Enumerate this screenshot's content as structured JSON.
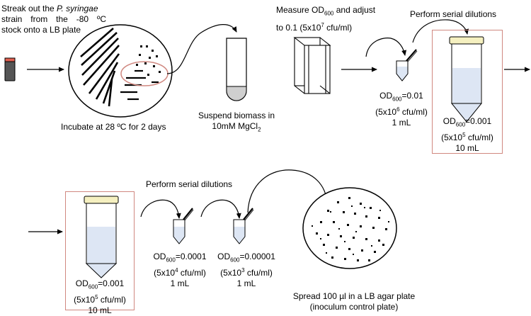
{
  "step1": {
    "line1_a": "Streak out the ",
    "line1_i": "P. syringae",
    "line2_a": "strain",
    "line2_b": "from",
    "line2_c": "the",
    "line2_d": "-80",
    "line2_e": "ºC",
    "line3": "stock onto a LB plate"
  },
  "incubate": "Incubate at 28 ºC for 2 days",
  "suspend": {
    "line1": "Suspend biomass in",
    "line2_a": "10mM MgCl",
    "line2_sub": "2"
  },
  "measure": {
    "line1_a": "Measure OD",
    "line1_sub": "600",
    "line1_b": " and adjust",
    "line2_a": "to 0.1 (5x10",
    "line2_sup": "7",
    "line2_b": " cfu/ml)"
  },
  "serial_top": "Perform serial dilutions",
  "serial_bottom": "Perform serial dilutions",
  "tube_a": {
    "od_a": "OD",
    "od_sub": "600",
    "od_b": "=0.01",
    "cfu_a": "(5x10",
    "cfu_sup": "6",
    "cfu_b": " cfu/ml)",
    "vol": "1 mL"
  },
  "tube_b": {
    "od_a": "OD",
    "od_sub": "600",
    "od_b": "=0.001",
    "cfu_a": "(5x10",
    "cfu_sup": "5",
    "cfu_b": " cfu/ml)",
    "vol": "10 mL"
  },
  "tube_c": {
    "od_a": "OD",
    "od_sub": "600",
    "od_b": "=0.001",
    "cfu_a": "(5x10",
    "cfu_sup": "5",
    "cfu_b": " cfu/ml)",
    "vol": "10 mL"
  },
  "tube_d": {
    "od_a": "OD",
    "od_sub": "600",
    "od_b": "=0.0001",
    "cfu_a": "(5x10",
    "cfu_sup": "4",
    "cfu_b": " cfu/ml)",
    "vol": "1 mL"
  },
  "tube_e": {
    "od_a": "OD",
    "od_sub": "600",
    "od_b": "=0.00001",
    "cfu_a": "(5x10",
    "cfu_sup": "3",
    "cfu_b": " cfu/ml)",
    "vol": "1 mL"
  },
  "spread": {
    "line1": "Spread 100 µl in a LB agar plate",
    "line2": "(inoculum control plate)"
  },
  "colors": {
    "highlight_box": "#d08880",
    "liquid": "#dde6f4",
    "vial_cap": "#e06050",
    "tube_cap": "#f5f0c0"
  }
}
